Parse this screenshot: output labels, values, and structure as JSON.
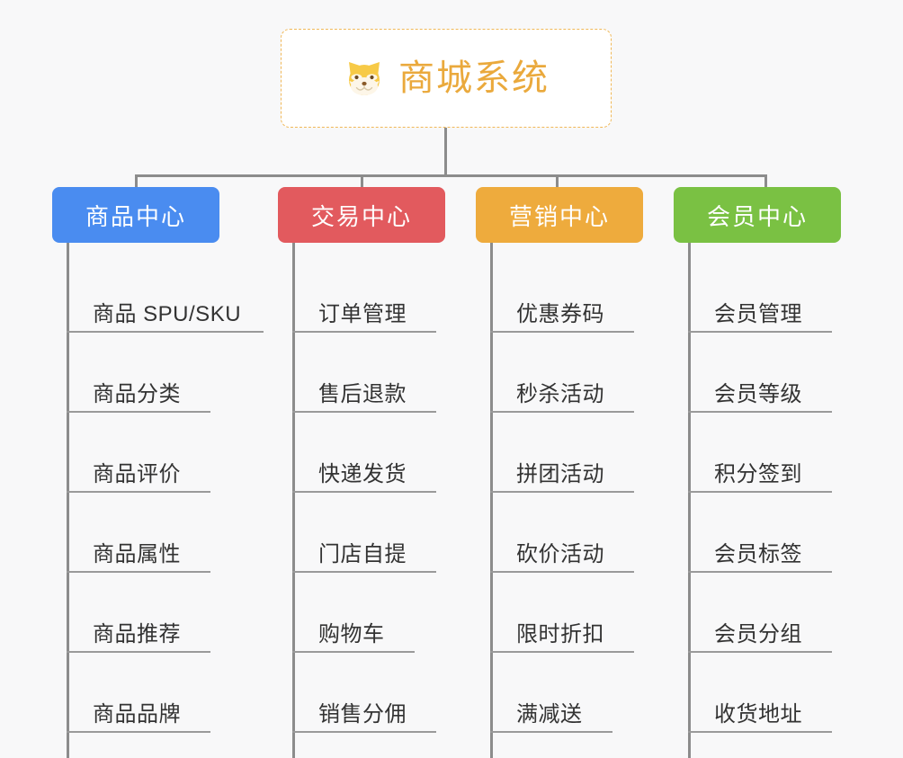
{
  "canvas": {
    "background_color": "#f8f8f9",
    "connector_color": "#8c8c8c",
    "leaf_line_color": "#9a9a9a",
    "leaf_text_color": "#333333"
  },
  "root": {
    "title": "商城系统",
    "icon": "shiba-dog-face-icon",
    "text_color": "#eaa93c",
    "border_color": "#f0b858",
    "background_color": "#ffffff"
  },
  "columns": [
    {
      "id": "product-center",
      "header": "商品中心",
      "color": "#4a8cf0",
      "items": [
        "商品 SPU/SKU",
        "商品分类",
        "商品评价",
        "商品属性",
        "商品推荐",
        "商品品牌"
      ]
    },
    {
      "id": "trade-center",
      "header": "交易中心",
      "color": "#e25a5e",
      "items": [
        "订单管理",
        "售后退款",
        "快递发货",
        "门店自提",
        "购物车",
        "销售分佣"
      ]
    },
    {
      "id": "marketing-center",
      "header": "营销中心",
      "color": "#eeab3d",
      "items": [
        "优惠券码",
        "秒杀活动",
        "拼团活动",
        "砍价活动",
        "限时折扣",
        "满减送"
      ]
    },
    {
      "id": "member-center",
      "header": "会员中心",
      "color": "#7ac143",
      "items": [
        "会员管理",
        "会员等级",
        "积分签到",
        "会员标签",
        "会员分组",
        "收货地址"
      ]
    }
  ]
}
